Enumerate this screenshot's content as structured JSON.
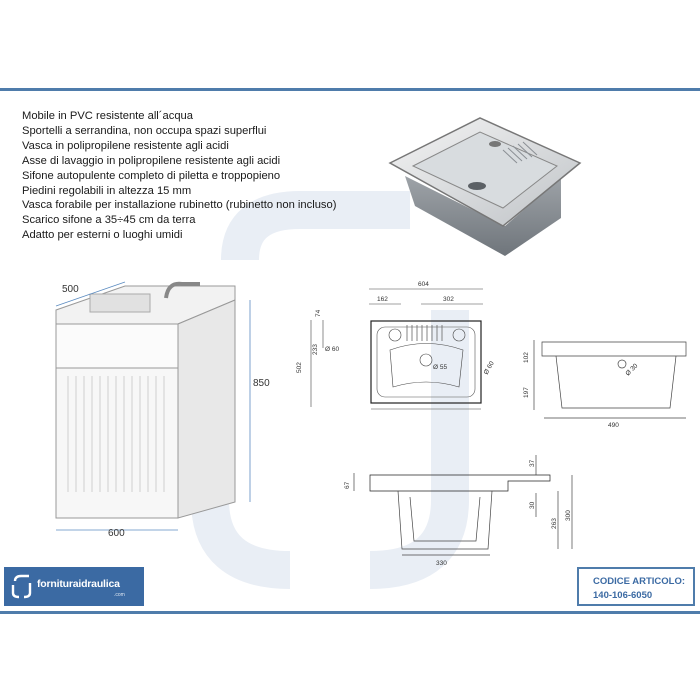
{
  "features": [
    "Mobile in PVC resistente all´acqua",
    "Sportelli a serrandina, non occupa spazi superflui",
    "Vasca in polipropilene resistente agli acidi",
    "Asse di lavaggio in polipropilene resistente agli acidi",
    "Sifone autopulente completo di piletta e troppopieno",
    "Piedini regolabili in altezza 15 mm",
    "Vasca forabile per installazione rubinetto (rubinetto non incluso)",
    "Scarico sifone a 35÷45 cm da terra",
    "Adatto per esterni o luoghi umidi"
  ],
  "cabinet_dims": {
    "depth": "500",
    "height": "850",
    "width": "600"
  },
  "top_view_dims": {
    "total_width": "604",
    "left": "162",
    "right": "302",
    "top_offset": "74",
    "upper_depth": "233",
    "total_depth": "502",
    "hole_left": "Ø 60",
    "hole_center": "Ø 55",
    "hole_right": "Ø 60"
  },
  "side_view_dims": {
    "rim": "102",
    "depth": "197",
    "width": "490",
    "hole": "Ø 30"
  },
  "front_view_dims": {
    "rim": "67",
    "top": "37",
    "bottom": "30",
    "inner_height": "263",
    "total_height": "300",
    "base_width": "330"
  },
  "brand": {
    "name": "forniturаidraulica",
    "suffix": ".com"
  },
  "article": {
    "label": "CODICE ARTICOLO:",
    "code": "140-106-6050"
  },
  "colors": {
    "accent": "#4f7cab",
    "brand_bg": "#3b6aa3"
  }
}
